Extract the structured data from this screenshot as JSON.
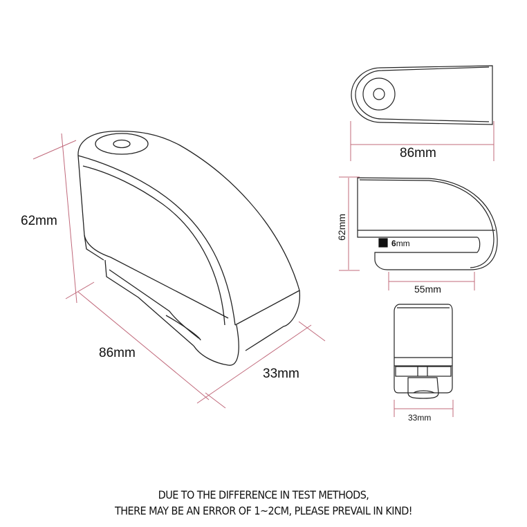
{
  "colors": {
    "outline": "#222222",
    "dimension_line": "#c0687a",
    "background": "#ffffff"
  },
  "iso_view": {
    "height_label": "62mm",
    "length_label": "86mm",
    "width_label": "33mm"
  },
  "top_view": {
    "length_label": "86mm"
  },
  "side_view": {
    "height_label": "62mm",
    "pin_label_bold": "6",
    "pin_label_unit": "mm",
    "slot_label": "55mm"
  },
  "front_view": {
    "width_label": "33mm"
  },
  "disclaimer": {
    "line1": "DUE TO THE DIFFERENCE IN TEST METHODS,",
    "line2": "THERE MAY BE AN ERROR OF 1~2CM, PLEASE PREVAIL IN KIND!"
  }
}
